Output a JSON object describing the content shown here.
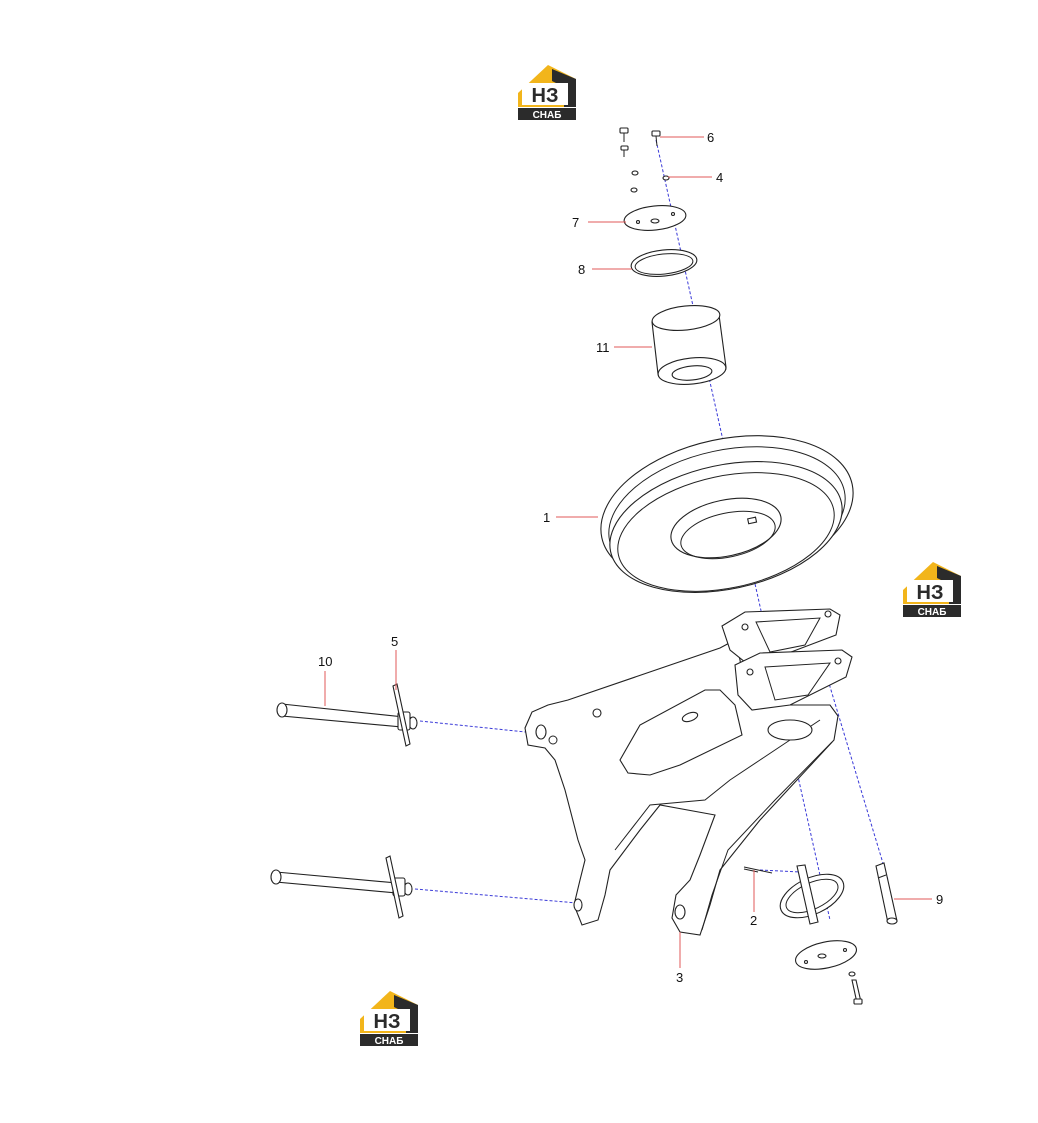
{
  "colors": {
    "leader_line": "#e05a5a",
    "axis_line": "#3a3ad8",
    "logo_yellow": "#f2b51b",
    "logo_dark": "#2b2b2b"
  },
  "watermark": {
    "text_large": "НЗ",
    "text_small": "СНАБ"
  },
  "callouts": [
    "6",
    "4",
    "7",
    "8",
    "11",
    "1",
    "10",
    "5",
    "2",
    "9",
    "3"
  ]
}
